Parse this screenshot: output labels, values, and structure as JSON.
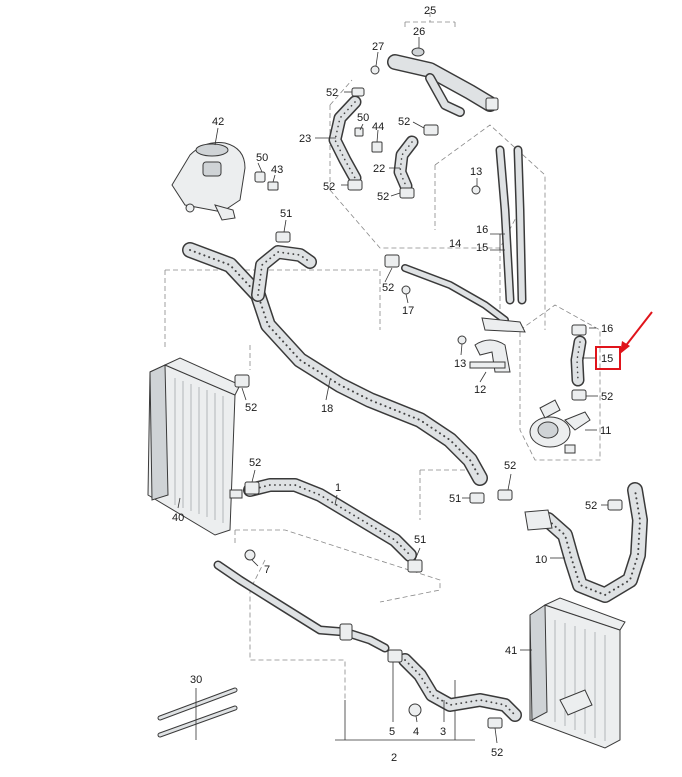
{
  "diagram": {
    "part_labels": {
      "p25": "25",
      "p26": "26",
      "p27": "27",
      "p52a": "52",
      "p50a": "50",
      "p44": "44",
      "p23": "23",
      "p52b": "52",
      "p22": "22",
      "p52c": "52",
      "p52d": "52",
      "p42": "42",
      "p50b": "50",
      "p43": "43",
      "p51a": "51",
      "p13a": "13",
      "p16a": "16",
      "p14": "14",
      "p15a": "15",
      "p52e": "52",
      "p17": "17",
      "p16b": "16",
      "p15b": "15",
      "p13b": "13",
      "p12": "12",
      "p52f": "52",
      "p11": "11",
      "p52g": "52",
      "p18": "18",
      "p40": "40",
      "p52h": "52",
      "p1": "1",
      "p51b": "51",
      "p52i": "52",
      "p52j": "52",
      "p10": "10",
      "p51c": "51",
      "p7": "7",
      "p41": "41",
      "p30": "30",
      "p2": "2",
      "p5": "5",
      "p4": "4",
      "p3": "3",
      "p52k": "52"
    },
    "highlight": {
      "label": "15",
      "box_color": "#e0141b",
      "arrow_color": "#e0141b"
    }
  }
}
